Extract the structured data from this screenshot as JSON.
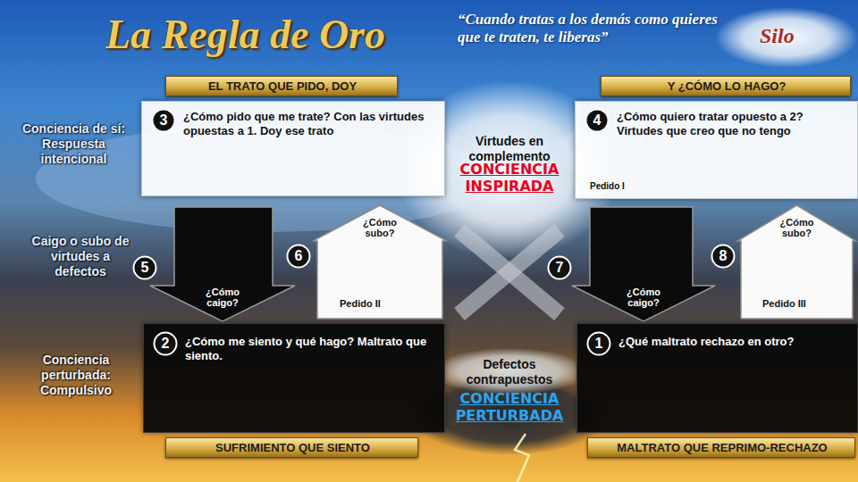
{
  "diagram": {
    "title": "La Regla de Oro",
    "nodes": [
      {
        "text": [
          "EL TRATO QUE PIDO, DOY"
        ]
      },
      {
        "text": [
          "Y ¿CÓMO LO HAGO?"
        ]
      },
      {
        "text": [
          "¿Cómo pido que me trate? Con las virtudes opuestas a 1. Doy ese trato"
        ]
      },
      {
        "text": [
          "3"
        ],
        "in": 2
      },
      {
        "text": [
          "¿Cómo quiero tratar opuesto a 2? Virtudes que creo que no tengo",
          "Pedido I"
        ]
      },
      {
        "text": [
          "4"
        ],
        "in": 4
      },
      {
        "text": [
          "5"
        ]
      },
      {
        "text": [
          "¿Cómo caigo?"
        ]
      },
      {
        "text": [
          "6"
        ]
      },
      {
        "text": [
          "¿Cómo subo?",
          "Pedido II"
        ]
      },
      {
        "text": [
          "7"
        ]
      },
      {
        "text": [
          "¿Cómo caigo?"
        ]
      },
      {
        "text": [
          "8"
        ]
      },
      {
        "text": [
          "¿Cómo subo?",
          "Pedido III"
        ]
      },
      {
        "text": [
          "¿Cómo me siento y qué hago? Maltrato que siento."
        ]
      },
      {
        "text": [
          "2"
        ],
        "in": 14
      },
      {
        "text": [
          "¿Qué maltrato rechazo en otro?"
        ]
      },
      {
        "text": [
          "1"
        ],
        "in": 16
      },
      {
        "text": [
          "SUFRIMIENTO QUE SIENTO"
        ]
      },
      {
        "text": [
          "MALTRATO QUE REPRIMO-RECHAZO"
        ]
      }
    ],
    "labels": [
      "“Cuando tratas a los demás como quieres que te traten, te liberas”",
      "Silo",
      "Conciencia de sí: Respuesta intencional",
      "Virtudes en complemento",
      "CONCIENCIA INSPIRADA",
      "Caigo o subo de virtudes a defectos",
      "Conciencia perturbada: Compulsivo",
      "Defectos contrapuestos",
      "CONCIENCIA PERTURBADA"
    ]
  }
}
